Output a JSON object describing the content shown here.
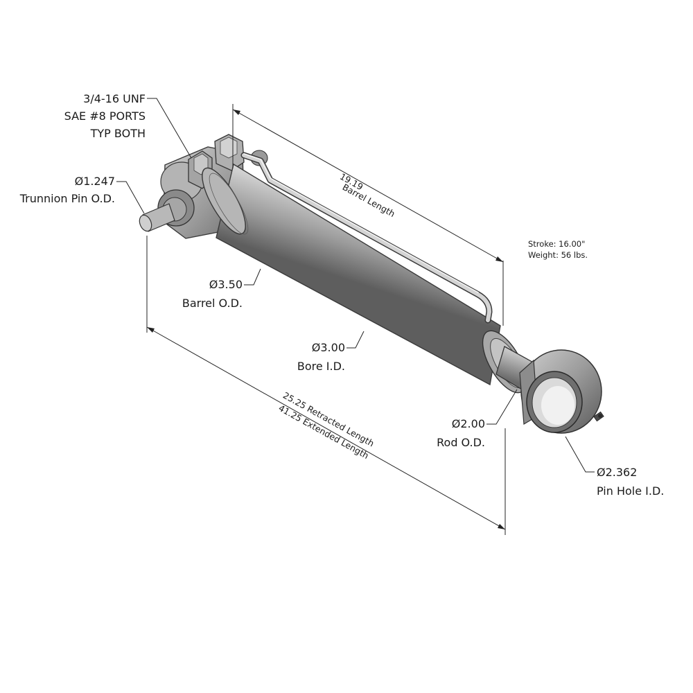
{
  "diagram": {
    "callouts": {
      "ports": [
        "3/4-16 UNF",
        "SAE #8 PORTS",
        "TYP BOTH"
      ],
      "trunnion": [
        "Ø1.247",
        "Trunnion Pin O.D."
      ],
      "barrel_od": [
        "Ø3.50",
        "Barrel O.D."
      ],
      "bore": [
        "Ø3.00",
        "Bore I.D."
      ],
      "rod": [
        "Ø2.00",
        "Rod O.D."
      ],
      "pin_hole": [
        "Ø2.362",
        "Pin Hole I.D."
      ]
    },
    "barrel_length": {
      "value": "19.19",
      "label": "Barrel Length"
    },
    "overall_length": {
      "retracted": "25.25 Retracted Length",
      "extended": "41.25 Extended Length"
    },
    "specs": {
      "stroke": "Stroke: 16.00\"",
      "weight": "Weight: 56 lbs."
    }
  }
}
